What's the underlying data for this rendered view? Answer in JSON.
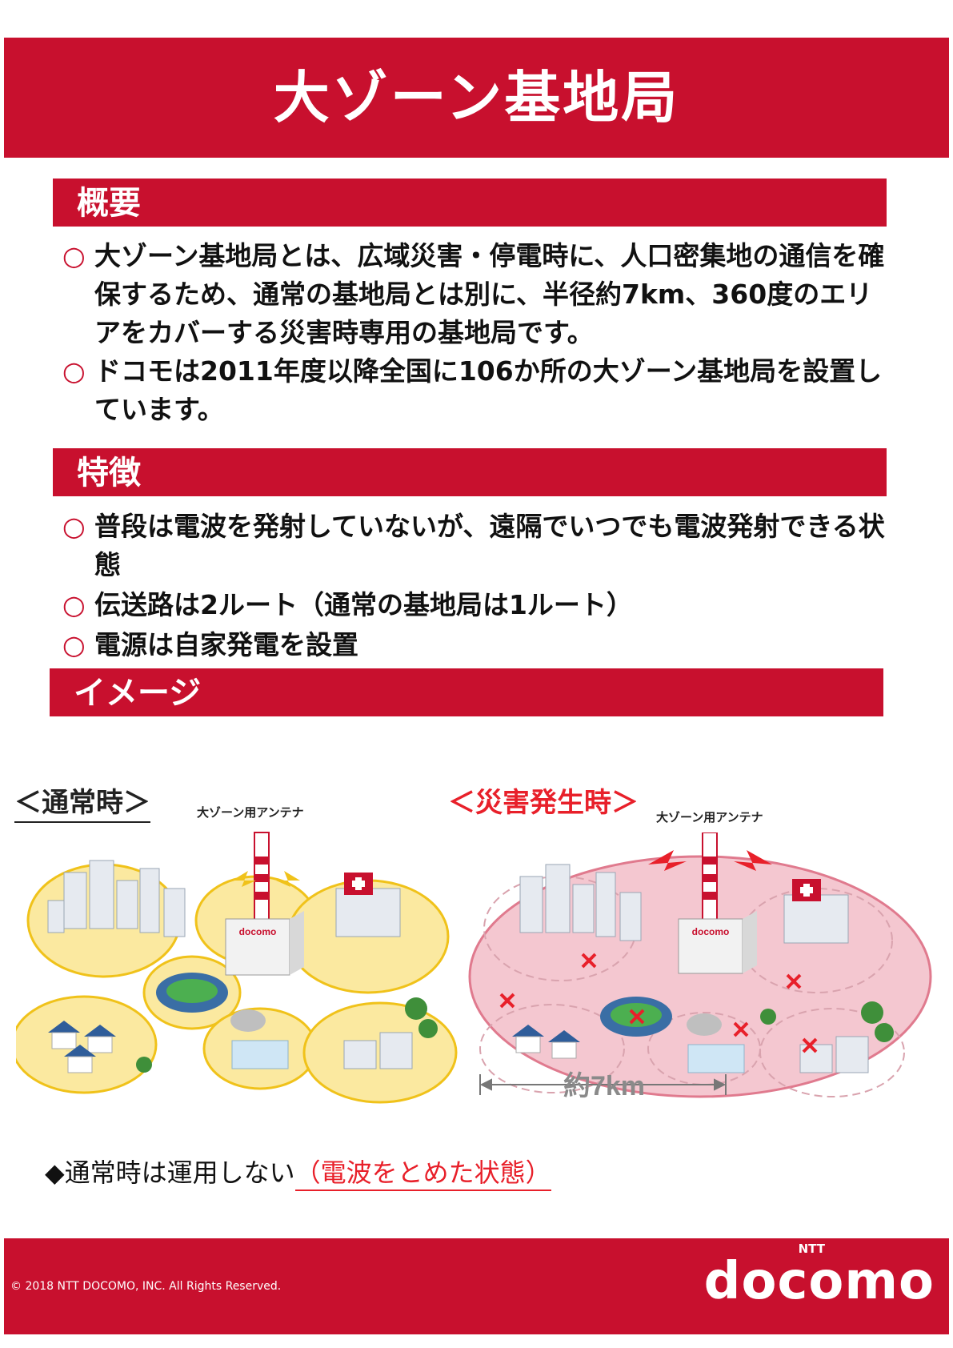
{
  "header": {
    "title": "大ゾーン基地局"
  },
  "overview": {
    "heading": "概要",
    "bullets": [
      {
        "mark": "○",
        "text": "大ゾーン基地局とは、広域災害・停電時に、人口密集地の通信を確保するため、通常の基地局とは別に、半径約7km、360度のエリアをカバーする災害時専用の基地局です。"
      },
      {
        "mark": "○",
        "text": "ドコモは2011年度以降全国に106か所の大ゾーン基地局を設置しています。"
      }
    ]
  },
  "features": {
    "heading": "特徴",
    "bullets": [
      {
        "mark": "○",
        "text": "普段は電波を発射していないが、遠隔でいつでも電波発射できる状態"
      },
      {
        "mark": "○",
        "text": "伝送路は2ルート（通常の基地局は1ルート）"
      },
      {
        "mark": "○",
        "text": "電源は自家発電を設置"
      }
    ]
  },
  "image_section": {
    "heading": "イメージ",
    "normal_caption": "＜通常時＞",
    "disaster_caption": "＜災害発生時＞",
    "antenna_label_normal": "大ゾーン用アンテナ",
    "antenna_label_disaster": "大ゾーン用アンテナ",
    "building_logo_normal": "docomo",
    "building_logo_disaster": "docomo",
    "distance_label": "約7km"
  },
  "note": {
    "prefix": "◆通常時は運用しない",
    "highlight": "（電波をとめた状態）"
  },
  "footer": {
    "copyright": "© 2018 NTT DOCOMO, INC. All Rights Reserved.",
    "logo_ntt": "NTT",
    "logo_docomo": "docomo"
  },
  "colors": {
    "brand_red": "#c8102e",
    "alert_red": "#e8202a",
    "zone_yellow": "#fbe9a0",
    "disaster_pink": "#f4c7d0"
  }
}
